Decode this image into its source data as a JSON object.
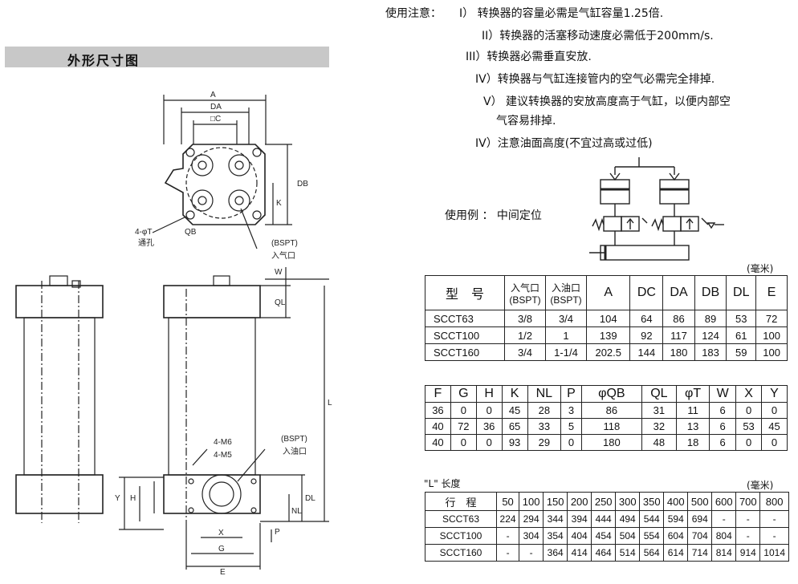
{
  "section": {
    "title": "外形尺寸图"
  },
  "notes": {
    "heading": "使用注意：",
    "items": [
      "I）  转换器的容量必需是气缸容量1.25倍.",
      "II）转换器的活塞移动速度必需低于200mm/s.",
      "III）转换器必需垂直安放.",
      "IV）转换器与气缸连接管内的空气必需完全排掉.",
      "V）  建议转换器的安放高度高于气缸，以便内部空",
      "气容易排掉.",
      "IV）注意油面高度(不宜过高或过低)"
    ]
  },
  "example": {
    "label": "使用例 ： 中间定位"
  },
  "drawing": {
    "labels": {
      "A": "A",
      "DA": "DA",
      "C": "□C",
      "DB": "DB",
      "K": "K",
      "QB": "QB",
      "T": "4-φT",
      "through": "通孔",
      "bspt": "(BSPT)",
      "air_in": "入气口",
      "W": "W",
      "QL": "QL",
      "L": "L",
      "M6": "4-M6",
      "M5": "4-M5",
      "bspt2": "(BSPT)",
      "oil_in": "入油口",
      "Y": "Y",
      "H": "H",
      "DL": "DL",
      "NL": "NL",
      "P": "P",
      "X": "X",
      "G": "G",
      "E": "E"
    }
  },
  "unit_label": "(毫米)",
  "table1": {
    "headers": [
      "型　号",
      "入气口\n(BSPT)",
      "入油口\n(BSPT)",
      "A",
      "DC",
      "DA",
      "DB",
      "DL",
      "E"
    ],
    "rows": [
      [
        "SCCT63",
        "3/8",
        "3/4",
        "104",
        "64",
        "86",
        "89",
        "53",
        "72"
      ],
      [
        "SCCT100",
        "1/2",
        "1",
        "139",
        "92",
        "117",
        "124",
        "61",
        "100"
      ],
      [
        "SCCT160",
        "3/4",
        "1-1/4",
        "202.5",
        "144",
        "180",
        "183",
        "59",
        "100"
      ]
    ]
  },
  "table2": {
    "headers": [
      "F",
      "G",
      "H",
      "K",
      "NL",
      "P",
      "φQB",
      "QL",
      "φT",
      "W",
      "X",
      "Y"
    ],
    "rows": [
      [
        "36",
        "0",
        "0",
        "45",
        "28",
        "3",
        "86",
        "31",
        "11",
        "6",
        "0",
        "0"
      ],
      [
        "40",
        "72",
        "36",
        "65",
        "33",
        "5",
        "118",
        "32",
        "13",
        "6",
        "53",
        "45"
      ],
      [
        "40",
        "0",
        "0",
        "93",
        "29",
        "0",
        "180",
        "48",
        "18",
        "6",
        "0",
        "0"
      ]
    ]
  },
  "table3": {
    "title": "\"L\" 长度",
    "unit": "(毫米)",
    "headers": [
      "行　程",
      "50",
      "100",
      "150",
      "200",
      "250",
      "300",
      "350",
      "400",
      "500",
      "600",
      "700",
      "800"
    ],
    "rows": [
      [
        "SCCT63",
        "224",
        "294",
        "344",
        "394",
        "444",
        "494",
        "544",
        "594",
        "694",
        "-",
        "-",
        "-"
      ],
      [
        "SCCT100",
        "-",
        "304",
        "354",
        "404",
        "454",
        "504",
        "554",
        "604",
        "704",
        "804",
        "-",
        "-"
      ],
      [
        "SCCT160",
        "-",
        "-",
        "364",
        "414",
        "464",
        "514",
        "564",
        "614",
        "714",
        "814",
        "914",
        "1014"
      ]
    ]
  }
}
